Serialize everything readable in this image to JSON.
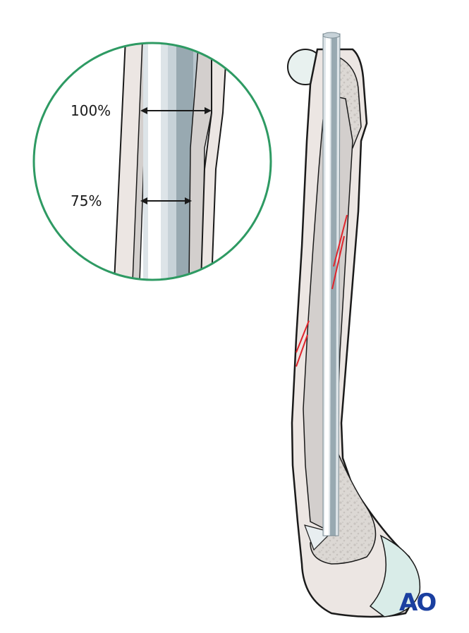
{
  "figure": {
    "subject": "Femur with intramedullary nail and reaming illustration",
    "inset": {
      "border_color": "#2e9a63",
      "labels": {
        "upper": "100%",
        "lower": "75%"
      }
    },
    "fracture_line_color": "#e0242b",
    "logo": {
      "text": "AO",
      "color": "#1a3fa0"
    }
  },
  "colors": {
    "cortex": "#ece6e3",
    "medulla": "#d3cfcd",
    "nail_light": "#dde4e8",
    "nail_mid": "#b8c5cc",
    "nail_dark": "#98a9b1",
    "cancellous": "#dcd8d4",
    "cartilage": "#d9ece8",
    "outline": "#1a1a1a"
  }
}
